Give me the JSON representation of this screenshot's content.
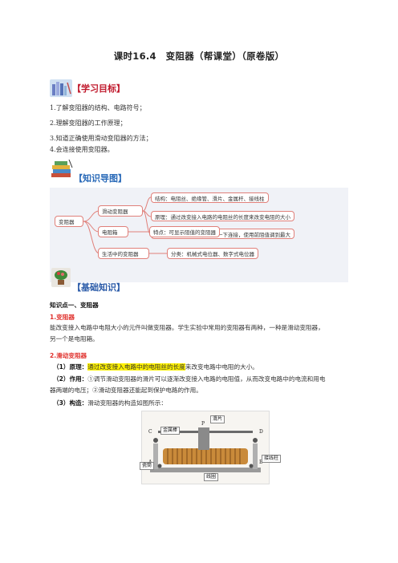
{
  "title": "课时16.4　变阻器（帮课堂）（原卷版）",
  "goals": {
    "heading": "【学习目标】",
    "items": [
      "1.了解变阻器的结构、电路符号；",
      "2.理解变阻器的工作原理；",
      "3.知道正确使用滑动变阻器的方法；",
      "4.会连接使用变阻器。"
    ]
  },
  "mindmap": {
    "heading": "【知识导图】",
    "root": "变阻器",
    "branches": [
      {
        "label": "滑动变阻器",
        "children": [
          "结构：电阻丝、绝缘管、滑片、金属杆、接线柱",
          "原理：通过改变接入电路的电阻丝的长度来改变电阻的大小",
          "使用：串联在电路中，一上一下连接，使用前阻值调到最大"
        ]
      },
      {
        "label": "电阻箱",
        "children": [
          "特点：可显示阻值的变阻器"
        ]
      },
      {
        "label": "生活中的变阻器",
        "children": [
          "分类：机械式电位器、数字式电位器"
        ]
      }
    ]
  },
  "basics": {
    "heading": "【基础知识】",
    "kp1": "知识点一、变阻器",
    "s1_title": "1.变阻器",
    "s1_text_a": "能改变接入电路中电阻大小的元件叫做变阻器。学生实验中常用的变阻器有两种，一种是滑动变阻器，",
    "s1_text_b": "另一个是电阻箱。",
    "s2_title": "2.滑动变阻器",
    "principle_label": "（1）原理：",
    "principle_hl": "通过改变接入电路中的电阻丝的长度",
    "principle_rest": "来改变电路中电阻的大小。",
    "function_label": "（2）作用：",
    "function_text_a": "①调节滑动变阻器的滑片可以逐渐改变接入电路的电阻值，从而改变电路中的电流和用电",
    "function_text_b": "器两端的电压；②滑动变阻器还能起到保护电路的作用。",
    "structure_label": "（3）构造：",
    "structure_text": "滑动变阻器的构造如图所示："
  },
  "diagram": {
    "labels": {
      "rod": "金属棒",
      "slider": "滑片",
      "terminal": "接线柱",
      "tube": "瓷筒",
      "coil": "线圈"
    },
    "letters": {
      "c": "C",
      "p": "P",
      "d": "D",
      "a": "A",
      "b": "B"
    }
  }
}
